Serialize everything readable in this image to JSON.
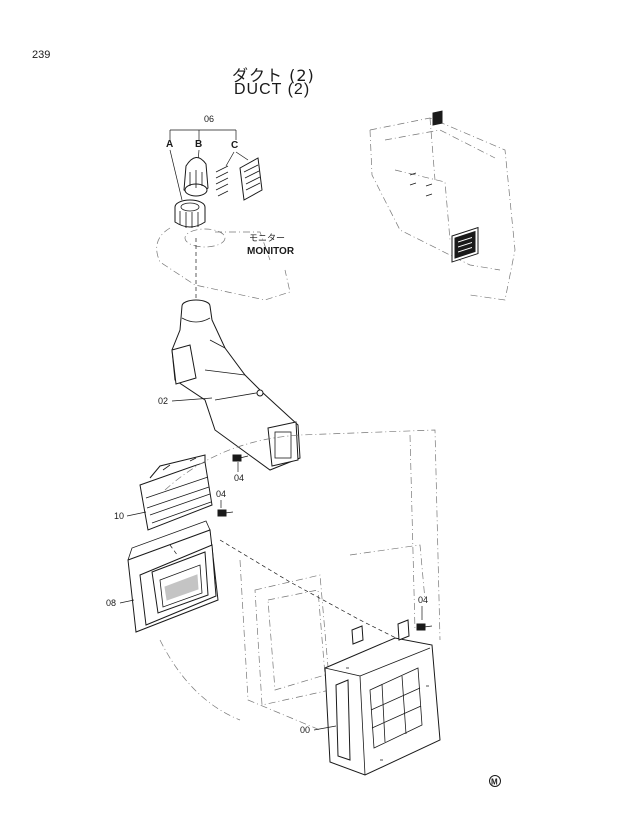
{
  "page": {
    "number": "239",
    "title_jp": "ダクト (2)",
    "title_en": "DUCT  (2)"
  },
  "callouts": {
    "group": "06",
    "variant_a": "A",
    "variant_b": "B",
    "variant_c": "C",
    "monitor_jp": "モニター",
    "monitor_en": "MONITOR",
    "part_02": "02",
    "part_04_top": "04",
    "part_04_mid": "04",
    "part_04_right": "04",
    "part_10": "10",
    "part_08": "08",
    "part_00": "00"
  },
  "footer": {
    "mark": "M"
  }
}
